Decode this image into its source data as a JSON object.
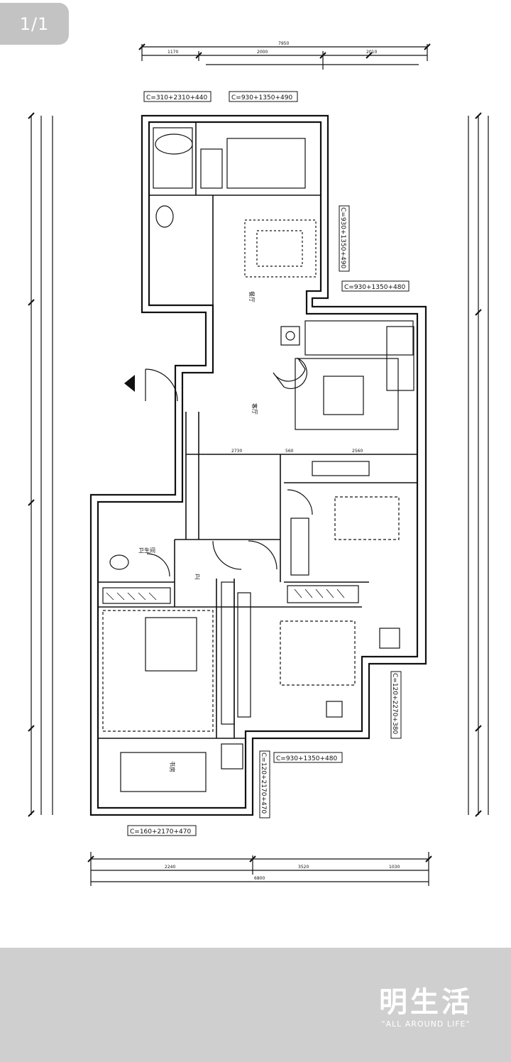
{
  "viewer": {
    "page_counter": "1/1"
  },
  "floorplan": {
    "window_labels": {
      "kitchen_top_left": "C=310+2310+440",
      "kitchen_top_right": "C=930+1350+490",
      "dining_side": "C=930+1350+490",
      "living_side": "C=930+1350+480",
      "bedroom_right_side": "C=120+2270+380",
      "bedroom_bottom": "C=930+1350+480",
      "balcony_side": "C=120+2170+470",
      "bedroom_bottom_left": "C=160+2170+470"
    },
    "dimension_text": {
      "top_total": "7950",
      "top_segments": [
        "1170",
        "2000",
        "2010"
      ],
      "bottom_segments": [
        "2240",
        "3520",
        "1030"
      ],
      "bottom_total": "6800",
      "mid_row": [
        "2730",
        "560",
        "2560"
      ]
    },
    "room_labels": {
      "dining": "餐厅",
      "living": "客厅",
      "toilet": "卫生间",
      "bathroom": "卫",
      "study": "书房"
    }
  },
  "brand": {
    "name": "明生活",
    "tagline": "\"ALL AROUND LIFE\""
  }
}
